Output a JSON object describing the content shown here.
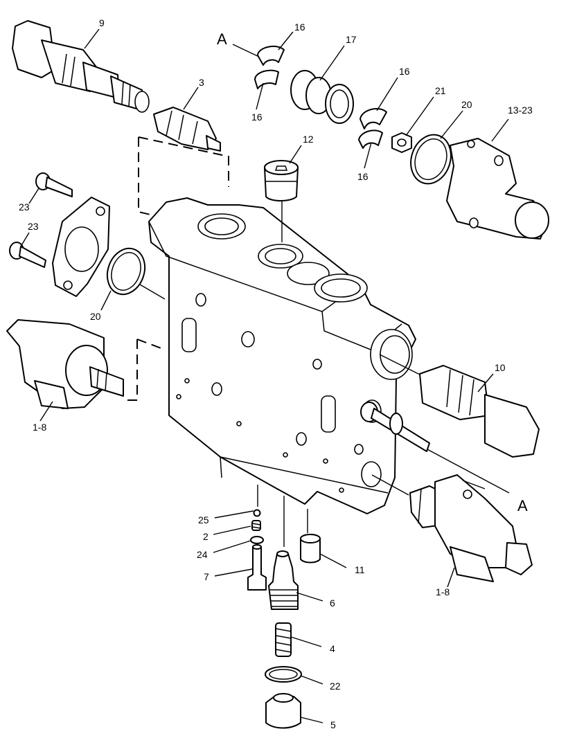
{
  "callouts": {
    "c9": "9",
    "cA_top": "A",
    "c16_a": "16",
    "c17": "17",
    "c16_b": "16",
    "c16_c": "16",
    "c16_d": "16",
    "c3": "3",
    "c21": "21",
    "c20_a": "20",
    "c13_23": "13-23",
    "c12": "12",
    "c23_a": "23",
    "c23_b": "23",
    "c20_b": "20",
    "c1_8_left": "1-8",
    "c10": "10",
    "cA_right": "A",
    "c25": "25",
    "c2": "2",
    "c24": "24",
    "c11": "11",
    "c7": "7",
    "c6": "6",
    "c1_8_right": "1-8",
    "c4": "4",
    "c22": "22",
    "c5": "5"
  }
}
